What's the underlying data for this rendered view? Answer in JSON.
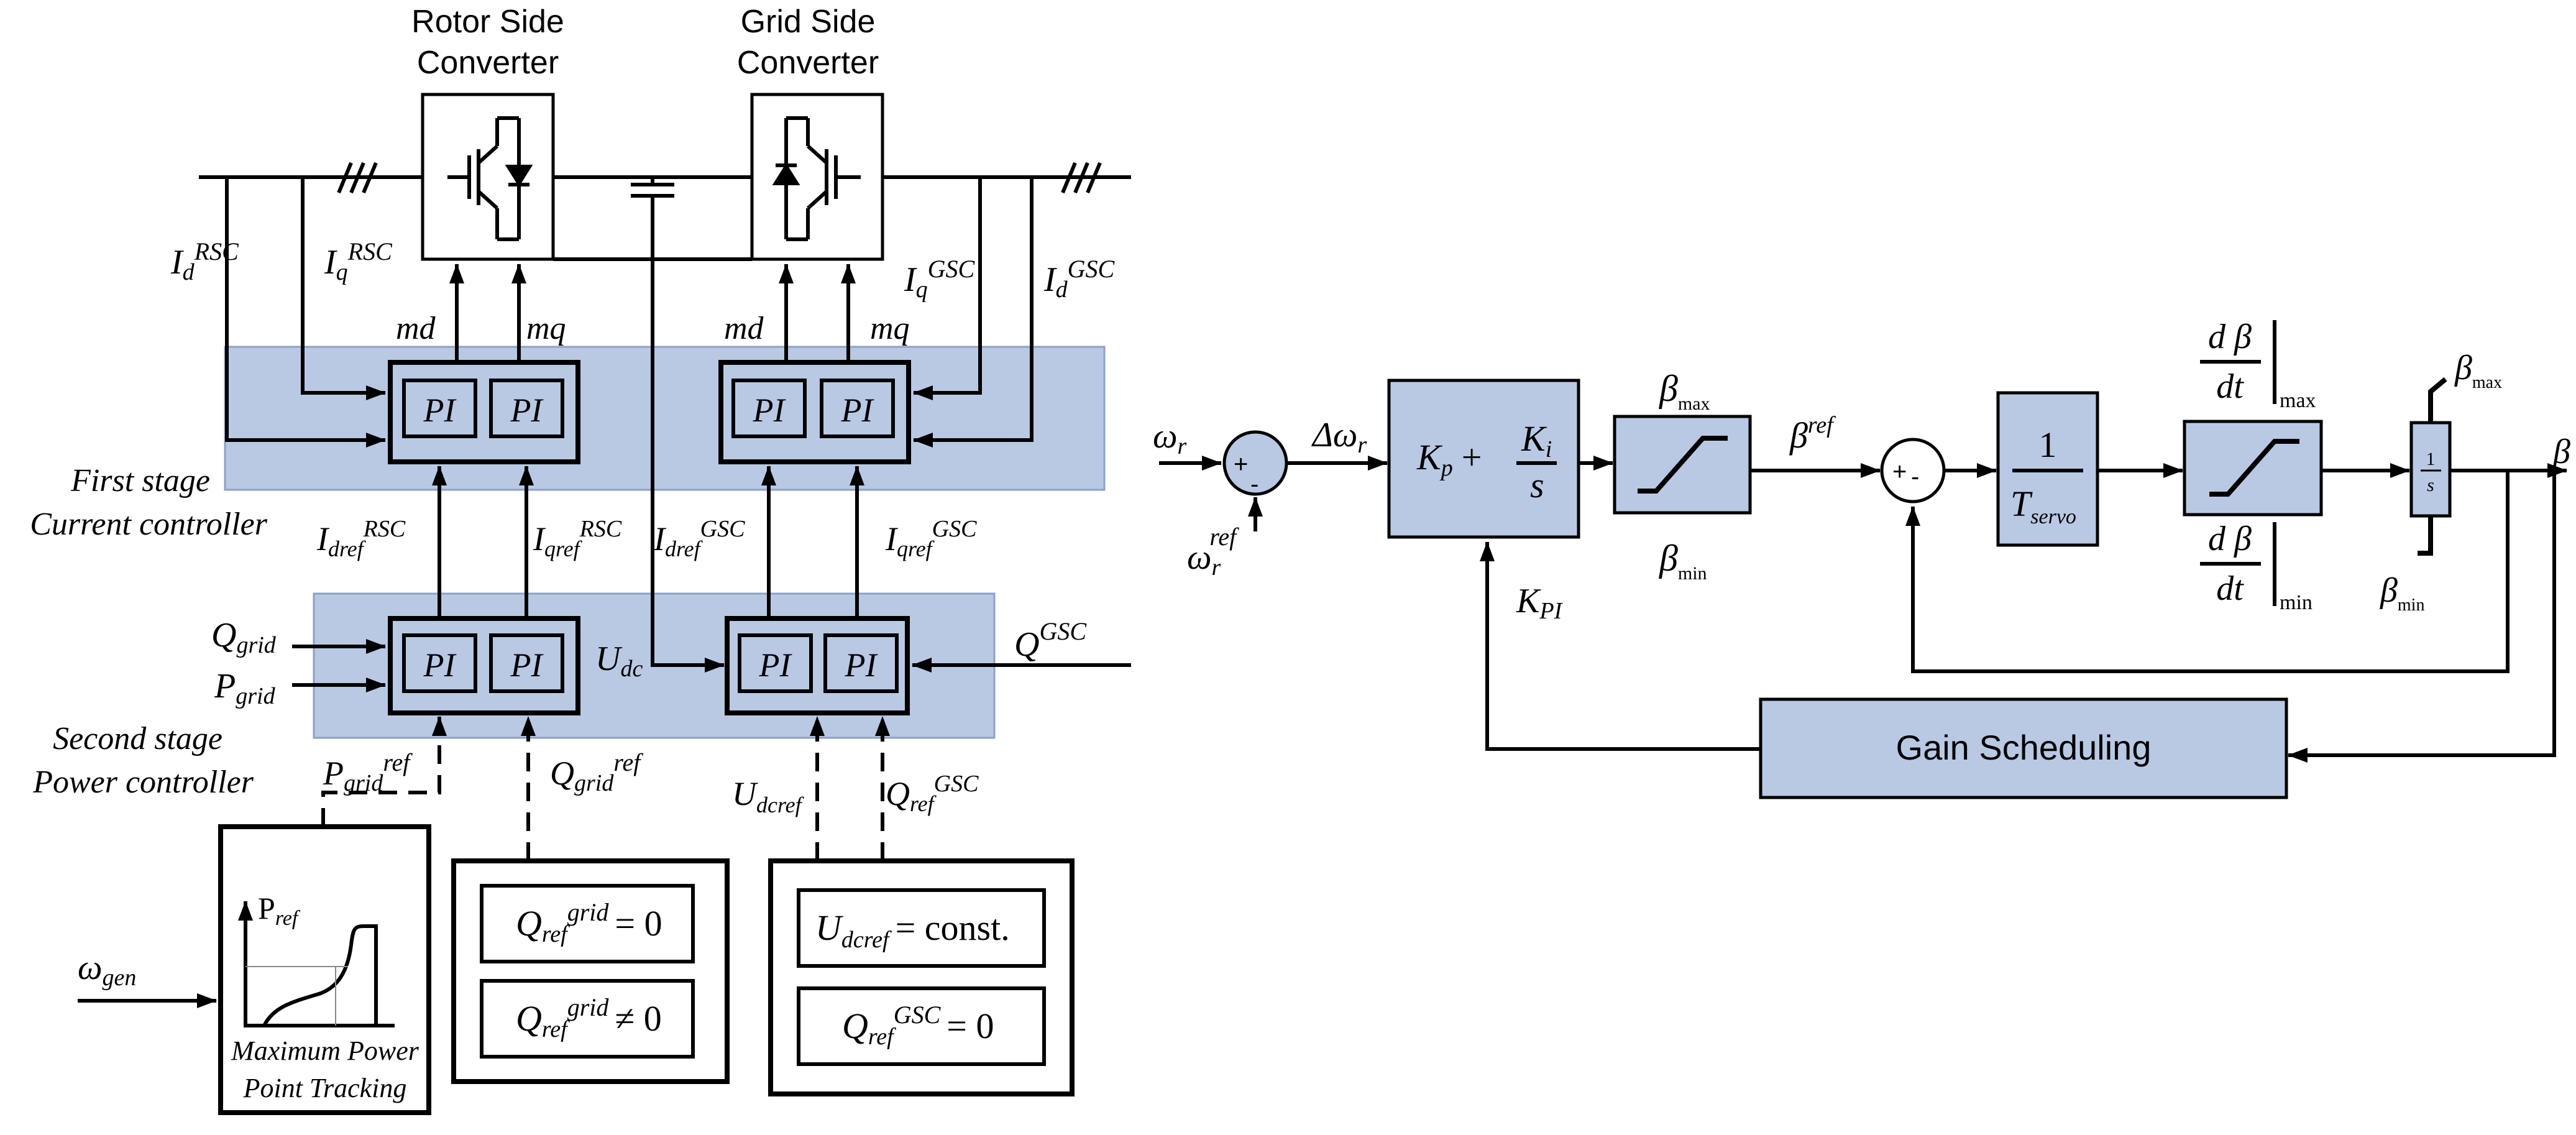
{
  "converters": {
    "rotor_side": {
      "line1": "Rotor Side",
      "line2": "Converter"
    },
    "grid_side": {
      "line1": "Grid Side",
      "line2": "Converter"
    }
  },
  "signals": {
    "id_rsc": {
      "base": "I",
      "sub": "d",
      "sup": "RSC"
    },
    "iq_rsc": {
      "base": "I",
      "sub": "q",
      "sup": "RSC"
    },
    "iq_gsc": {
      "base": "I",
      "sub": "q",
      "sup": "GSC"
    },
    "id_gsc": {
      "base": "I",
      "sub": "d",
      "sup": "GSC"
    },
    "md_rsc": "md",
    "mq_rsc": "mq",
    "md_gsc": "md",
    "mq_gsc": "mq",
    "idref_rsc": {
      "base": "I",
      "sub": "dref",
      "sup": "RSC"
    },
    "iqref_rsc": {
      "base": "I",
      "sub": "qref",
      "sup": "RSC"
    },
    "idref_gsc": {
      "base": "I",
      "sub": "dref",
      "sup": "GSC"
    },
    "iqref_gsc": {
      "base": "I",
      "sub": "qref",
      "sup": "GSC"
    },
    "q_grid": {
      "base": "Q",
      "sub": "grid"
    },
    "p_grid": {
      "base": "P",
      "sub": "grid"
    },
    "u_dc": {
      "base": "U",
      "sub": "dc"
    },
    "q_gsc": {
      "base": "Q",
      "sup": "GSC"
    },
    "p_grid_ref": {
      "base": "P",
      "sub": "grid",
      "sup": "ref"
    },
    "q_grid_ref": {
      "base": "Q",
      "sub": "grid",
      "sup": "ref"
    },
    "u_dcref": {
      "base": "U",
      "sub": "dcref"
    },
    "q_ref_gsc": {
      "base": "Q",
      "sub": "ref",
      "sup": "GSC"
    },
    "omega_gen": {
      "base": "ω",
      "sub": "gen"
    }
  },
  "stages": {
    "first": {
      "line1": "First stage",
      "line2": "Current controller"
    },
    "second": {
      "line1": "Second stage",
      "line2": "Power controller"
    }
  },
  "pi_label": "PI",
  "mppt": {
    "axis": {
      "base": "P",
      "sub": "ref"
    },
    "line1": "Maximum Power",
    "line2": "Point Tracking"
  },
  "q_ref_grid_box": {
    "eq1": {
      "base": "Q",
      "sub": "ref",
      "sup": "grid",
      "rhs": "= 0"
    },
    "eq2": {
      "base": "Q",
      "sub": "ref",
      "sup": "grid",
      "rhs": "≠ 0"
    }
  },
  "udc_box": {
    "eq1": {
      "base": "U",
      "sub": "dcref",
      "rhs": "= const."
    },
    "eq2": {
      "base": "Q",
      "sub": "ref",
      "sup": "GSC",
      "rhs": "= 0"
    }
  },
  "pitch": {
    "omega_r": {
      "base": "ω",
      "sub": "r"
    },
    "omega_r_ref": {
      "base": "ω",
      "sub": "r",
      "sup": "ref"
    },
    "sum1_plus": "+",
    "sum1_minus": "-",
    "delta_omega": {
      "base": "Δω",
      "sub": "r"
    },
    "pi_block": {
      "kp": "K",
      "kp_sub": "p",
      "plus": "+",
      "ki": "K",
      "ki_sub": "i",
      "s": "s"
    },
    "k_pi": {
      "base": "K",
      "sub": "PI"
    },
    "beta_max_1": {
      "base": "β",
      "sub": "max"
    },
    "beta_min_1": {
      "base": "β",
      "sub": "min"
    },
    "beta_ref": {
      "base": "β",
      "sup": "ref"
    },
    "sum2_plus": "+",
    "sum2_minus": "-",
    "servo": {
      "num": "1",
      "den": "T",
      "den_sub": "servo"
    },
    "rate_max": {
      "num": "d β",
      "den": "dt",
      "sub": "max"
    },
    "rate_min": {
      "num": "d β",
      "den": "dt",
      "sub": "min"
    },
    "integrator": {
      "num": "1",
      "den": "s"
    },
    "beta_max_2": {
      "base": "β",
      "sub": "max"
    },
    "beta_min_2": {
      "base": "β",
      "sub": "min"
    },
    "output": "β",
    "gain_scheduling": "Gain Scheduling"
  }
}
